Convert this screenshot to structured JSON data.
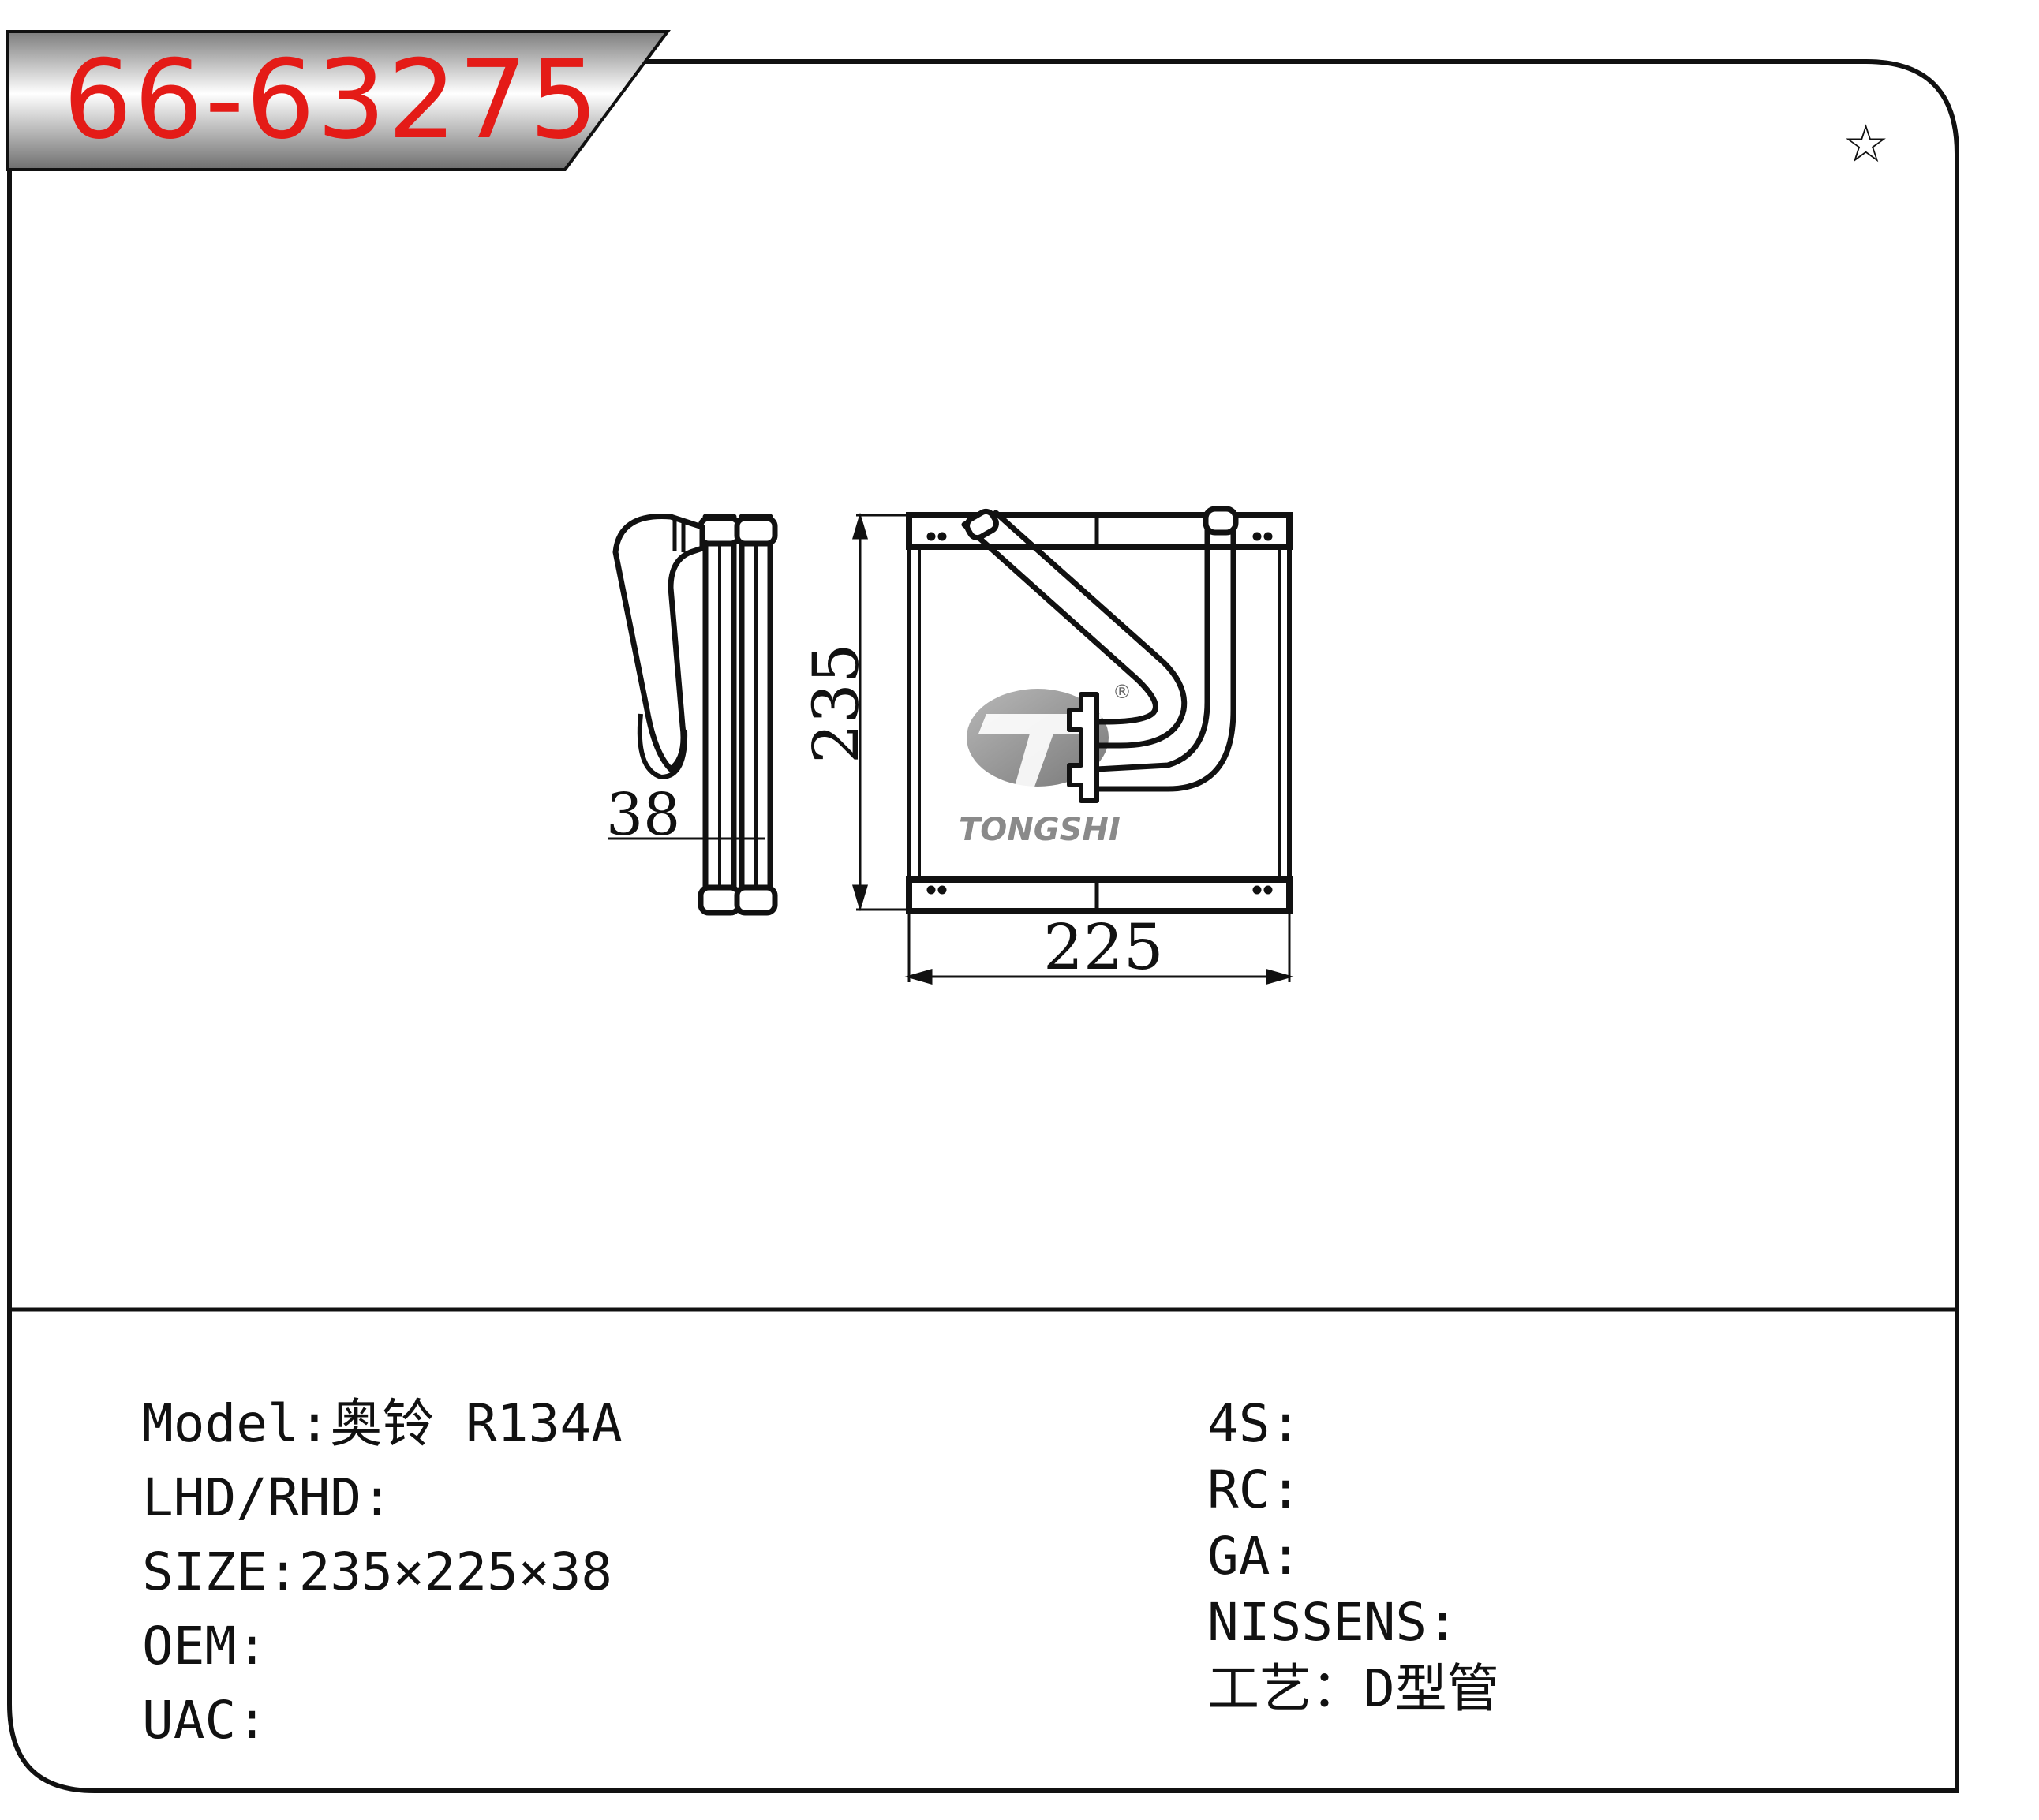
{
  "header": {
    "part_number": "66-63275",
    "part_number_color": "#e41b17",
    "star": "☆"
  },
  "drawing": {
    "dim_depth": "38",
    "dim_height": "235",
    "dim_width": "225",
    "logo_text": "TONGSHI",
    "logo_registered": "®"
  },
  "specs_left": [
    {
      "label": "Model:",
      "value": "奥铃 R134A"
    },
    {
      "label": "LHD/RHD:",
      "value": ""
    },
    {
      "label": "SIZE:",
      "value": "235×225×38"
    },
    {
      "label": "OEM:",
      "value": ""
    },
    {
      "label": "UAC:",
      "value": ""
    }
  ],
  "specs_right": [
    {
      "label": "4S:",
      "value": ""
    },
    {
      "label": "RC:",
      "value": ""
    },
    {
      "label": "GA:",
      "value": ""
    },
    {
      "label": "NISSENS:",
      "value": ""
    },
    {
      "label": "工艺：",
      "value": "D型管"
    }
  ]
}
